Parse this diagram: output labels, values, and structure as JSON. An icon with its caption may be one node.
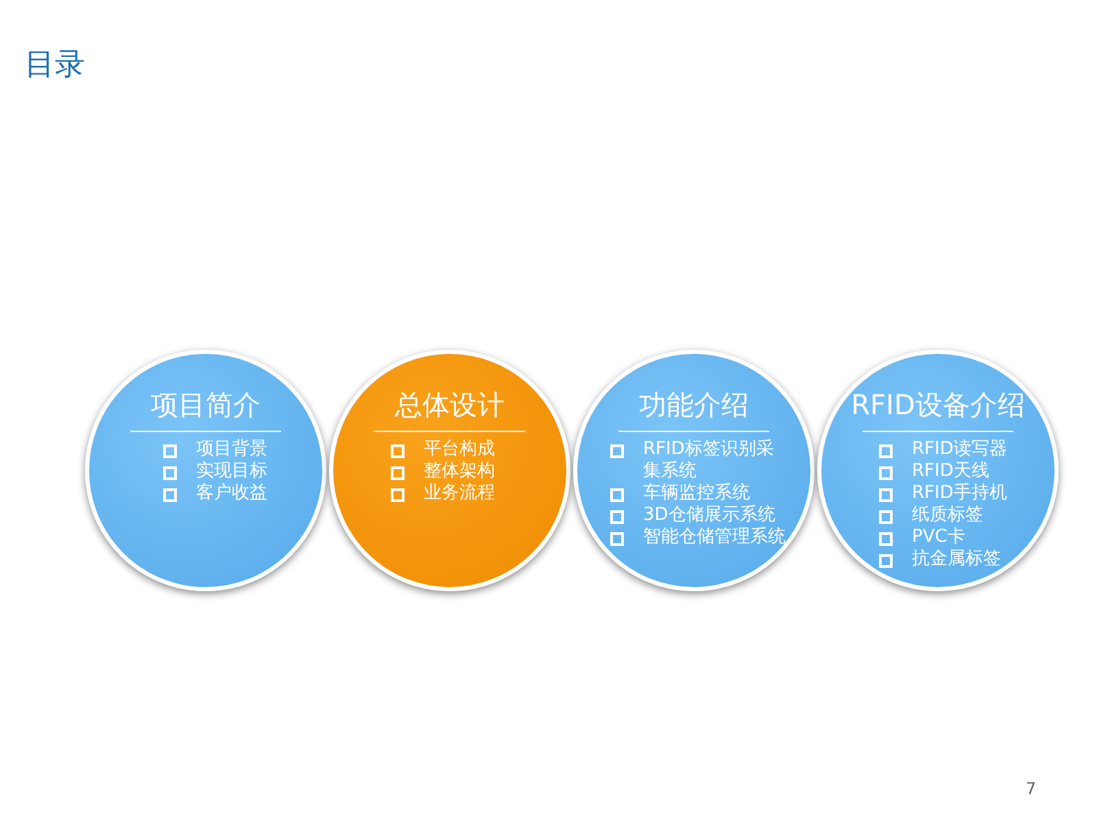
{
  "diagram": {
    "title": "目录",
    "nodes": [
      {
        "text": [
          "项目简介",
          "项目背景",
          "实现目标",
          "客户收益"
        ]
      },
      {
        "text": [
          "总体设计",
          "平台构成",
          "整体架构",
          "业务流程"
        ]
      },
      {
        "text": [
          "功能介绍",
          "RFID标签识别采集系统",
          "车辆监控系统",
          "3D仓储展示系统",
          "智能仓储管理系统"
        ]
      },
      {
        "text": [
          "RFID设备介绍",
          "RFID读写器",
          "RFID天线",
          "RFID手持机",
          "纸质标签",
          "PVC卡",
          "抗金属标签"
        ]
      }
    ],
    "labels": [
      "7"
    ]
  }
}
